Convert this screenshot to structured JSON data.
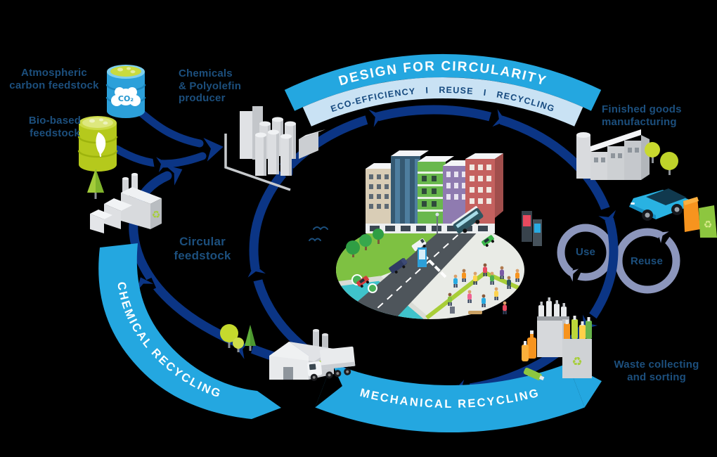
{
  "colors": {
    "background": "#000000",
    "navy_arrow": "#0B3585",
    "banner_blue": "#24A7E0",
    "banner_pale": "#C9E2F4",
    "label_text": "#1C4F7D",
    "accent_lime": "#A6CE39",
    "loop_gray": "#8C96BC"
  },
  "banners": {
    "design": {
      "title": "DESIGN FOR CIRCULARITY",
      "subtitle": "ECO-EFFICIENCY   I   REUSE   I   RECYCLING"
    },
    "mechanical": {
      "label": "MECHANICAL RECYCLING"
    },
    "chemical": {
      "label": "CHEMICAL RECYCLING"
    }
  },
  "nodes": {
    "atmospheric_feedstock": {
      "line1": "Atmospheric",
      "line2": "carbon feedstock",
      "barrel_text": "CO₂"
    },
    "bio_feedstock": {
      "line1": "Bio-based",
      "line2": "feedstock"
    },
    "producer": {
      "line1": "Chemicals",
      "line2": "& Polyolefin",
      "line3": "producer"
    },
    "circular_feedstock": {
      "line1": "Circular",
      "line2": "feedstock"
    },
    "finished_goods": {
      "line1": "Finished goods",
      "line2": "manufacturing"
    },
    "use": {
      "label": "Use"
    },
    "reuse": {
      "label": "Reuse"
    },
    "waste": {
      "line1": "Waste collecting",
      "line2": "and sorting"
    }
  },
  "icons": {
    "recycle_symbol": "♻"
  }
}
